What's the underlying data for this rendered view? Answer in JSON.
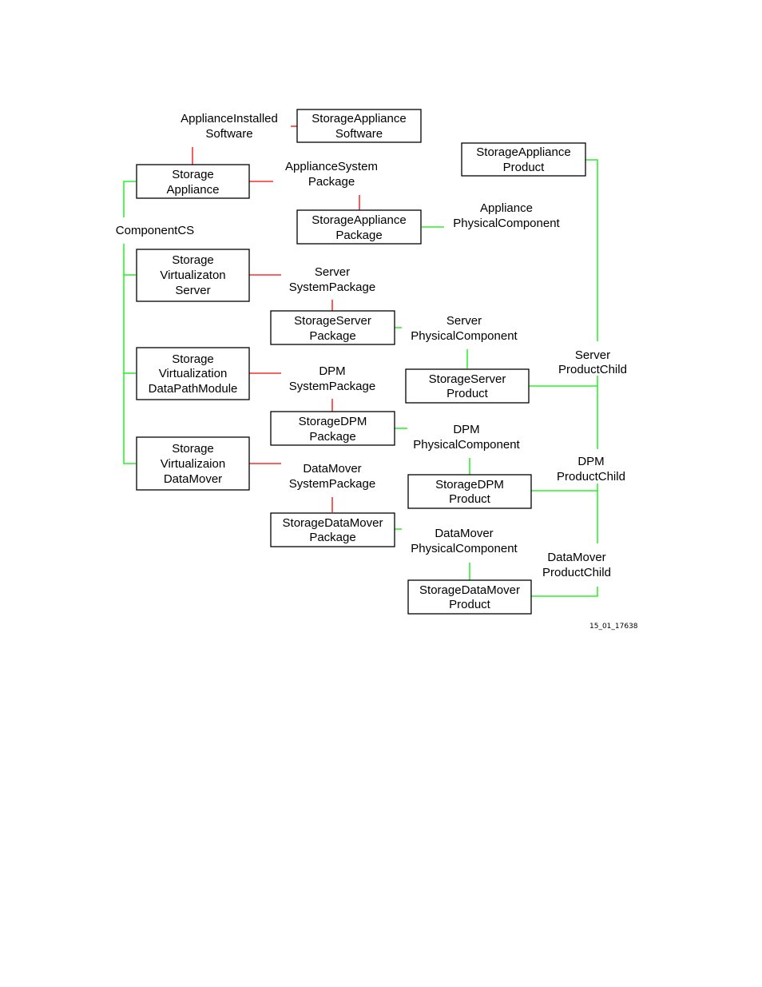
{
  "colors": {
    "composition_link": "#ff0000",
    "association_link": "#00ee00",
    "box_border": "#000000"
  },
  "boxes": {
    "storage_appliance_software": [
      "StorageAppliance",
      "Software"
    ],
    "storage_appliance_product": [
      "StorageAppliance",
      "Product"
    ],
    "storage_appliance": [
      "Storage",
      "Appliance"
    ],
    "storage_appliance_package": [
      "StorageAppliance",
      "Package"
    ],
    "storage_virtualization_server": [
      "Storage",
      "Virtualizaton",
      "Server"
    ],
    "storage_server_package": [
      "StorageServer",
      "Package"
    ],
    "storage_virtualization_dpm": [
      "Storage",
      "Virtualization",
      "DataPathModule"
    ],
    "storage_server_product": [
      "StorageServer",
      "Product"
    ],
    "storage_dpm_package": [
      "StorageDPM",
      "Package"
    ],
    "storage_virtualization_datamover": [
      "Storage",
      "Virtualizaion",
      "DataMover"
    ],
    "storage_dpm_product": [
      "StorageDPM",
      "Product"
    ],
    "storage_datamover_package": [
      "StorageDataMover",
      "Package"
    ],
    "storage_datamover_product": [
      "StorageDataMover",
      "Product"
    ]
  },
  "labels": {
    "appliance_installed_software": [
      "ApplianceInstalled",
      "Software"
    ],
    "appliance_system_package": [
      "ApplianceSystem",
      "Package"
    ],
    "appliance_physical_component": [
      "Appliance",
      "PhysicalComponent"
    ],
    "component_cs": [
      "ComponentCS"
    ],
    "server_system_package": [
      "Server",
      "SystemPackage"
    ],
    "server_physical_component": [
      "Server",
      "PhysicalComponent"
    ],
    "server_product_child": [
      "Server",
      "ProductChild"
    ],
    "dpm_system_package": [
      "DPM",
      "SystemPackage"
    ],
    "dpm_physical_component": [
      "DPM",
      "PhysicalComponent"
    ],
    "dpm_product_child": [
      "DPM",
      "ProductChild"
    ],
    "datamover_system_package": [
      "DataMover",
      "SystemPackage"
    ],
    "datamover_physical_component": [
      "DataMover",
      "PhysicalComponent"
    ],
    "datamover_product_child": [
      "DataMover",
      "ProductChild"
    ]
  },
  "figure_id": "15_01_17638"
}
